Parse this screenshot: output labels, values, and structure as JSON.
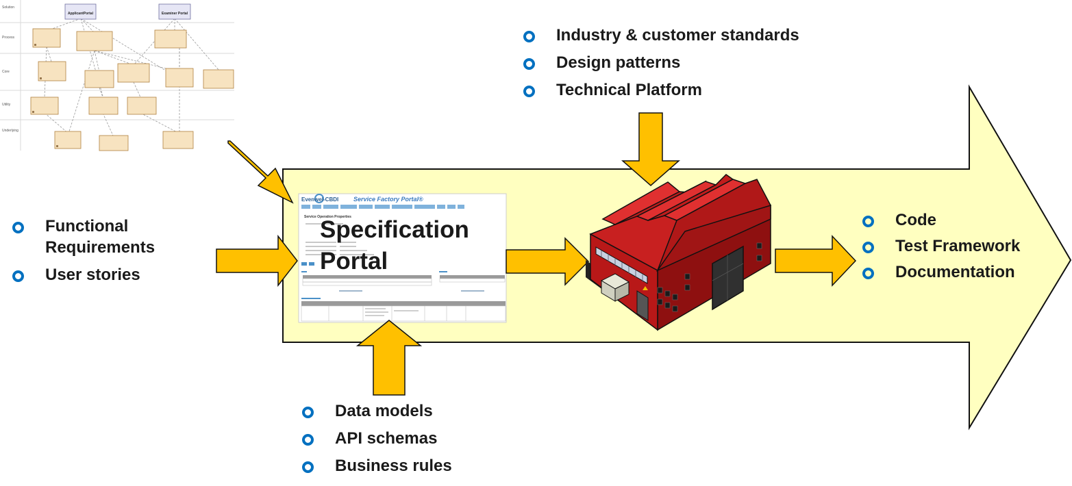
{
  "lists": {
    "top": [
      "Industry & customer standards",
      "Design patterns",
      "Technical Platform"
    ],
    "left": [
      "Functional Requirements",
      "User stories"
    ],
    "right": [
      "Code",
      "Test Framework",
      "Documentation"
    ],
    "bottom": [
      "Data models",
      "API schemas",
      "Business rules"
    ]
  },
  "spec_portal": {
    "line1": "Specification",
    "line2": "Portal"
  },
  "uml_thumbnail": {
    "lanes": [
      "Solution",
      "Process",
      "Core",
      "Utility",
      "Underlying"
    ],
    "portals": [
      "ApplicantPortal",
      "Examiner Portal"
    ]
  },
  "portal_screenshot": {
    "logo": "Evenwel-CBDI",
    "product": "Service Factory Portal®",
    "heading": "Service Operation Properties"
  },
  "colors": {
    "big_arrow_fill": "#ffffc0",
    "input_arrow_fill": "#ffc000",
    "bullet": "#0070c0",
    "factory_red": "#c01818"
  }
}
